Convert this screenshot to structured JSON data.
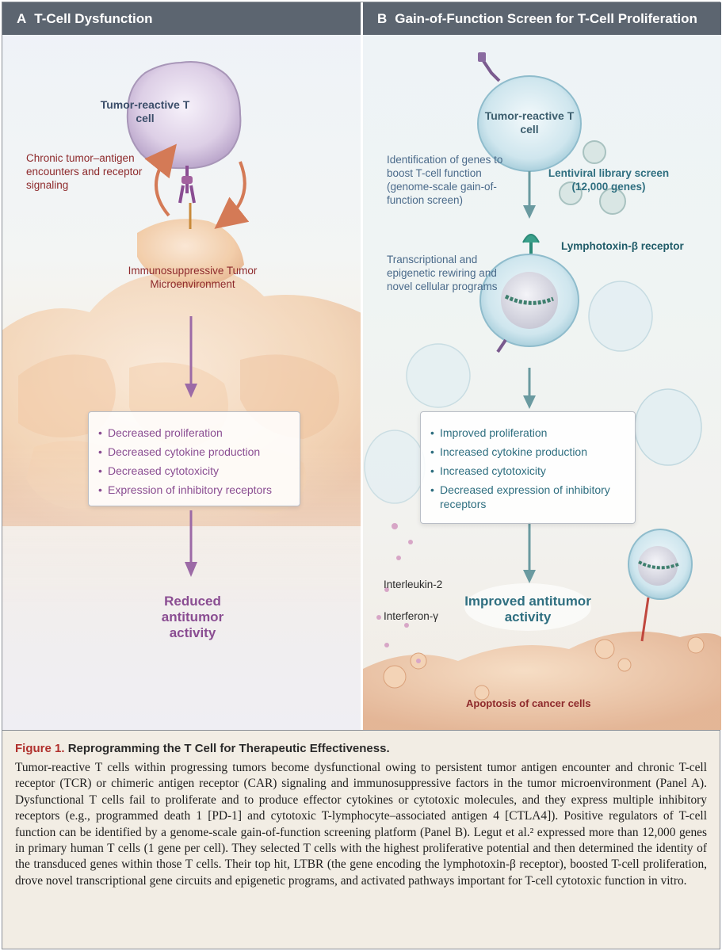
{
  "panel_a": {
    "letter": "A",
    "title": "T-Cell Dysfunction",
    "cell_label": "Tumor-reactive T cell",
    "signaling_label": "Chronic tumor–antigen encounters and receptor signaling",
    "microenvironment_label": "Immunosuppressive Tumor Microenvironment",
    "effects": [
      "Decreased proliferation",
      "Decreased cytokine production",
      "Decreased cytotoxicity",
      "Expression of inhibitory receptors"
    ],
    "outcome": "Reduced antitumor activity"
  },
  "panel_b": {
    "letter": "B",
    "title": "Gain-of-Function Screen for T-Cell Proliferation",
    "cell_label": "Tumor-reactive T cell",
    "identification_label": "Identification of genes to boost T-cell function (genome-scale gain-of-function screen)",
    "library_label": "Lentiviral library screen (12,000 genes)",
    "receptor_label": "Lymphotoxin-β receptor",
    "rewiring_label": "Transcriptional and epigenetic rewiring and novel cellular programs",
    "effects": [
      "Improved proliferation",
      "Increased cytokine production",
      "Increased cytotoxicity",
      "Decreased expression of inhibitory receptors"
    ],
    "il2_label": "Interleukin-2",
    "ifn_label": "Interferon-γ",
    "outcome": "Improved antitumor activity",
    "apoptosis_label": "Apoptosis of cancer cells"
  },
  "caption": {
    "figure_number": "Figure 1.",
    "title": "Reprogramming the T Cell for Therapeutic Effectiveness.",
    "body": "Tumor-reactive T cells within progressing tumors become dysfunctional owing to persistent tumor antigen encounter and chronic T-cell receptor (TCR) or chimeric antigen receptor (CAR) signaling and immunosuppressive factors in the tumor microenvironment (Panel A). Dysfunctional T cells fail to proliferate and to produce effector cytokines or cytotoxic molecules, and they express multiple inhibitory receptors (e.g., programmed death 1 [PD-1] and cytotoxic T-lymphocyte–associated antigen 4 [CTLA4]). Positive regulators of T-cell function can be identified by a genome-scale gain-of-function screening platform (Panel B). Legut et al.² expressed more than 12,000 genes in primary human T cells (1 gene per cell). They selected T cells with the highest proliferative potential and then determined the identity of the transduced genes within those T cells. Their top hit, LTBR (the gene encoding the lymphotoxin-β receptor), boosted T-cell proliferation, drove novel transcriptional gene circuits and epigenetic programs, and activated pathways important for T-cell cytotoxic function in vitro."
  },
  "colors": {
    "header_bg": "#5c6570",
    "panel_a_accent": "#8a4d92",
    "panel_b_accent": "#2f6f80",
    "label_red": "#8e2a2c",
    "arrow_orange": "#d47a56",
    "caption_bg": "#f2ede4"
  }
}
